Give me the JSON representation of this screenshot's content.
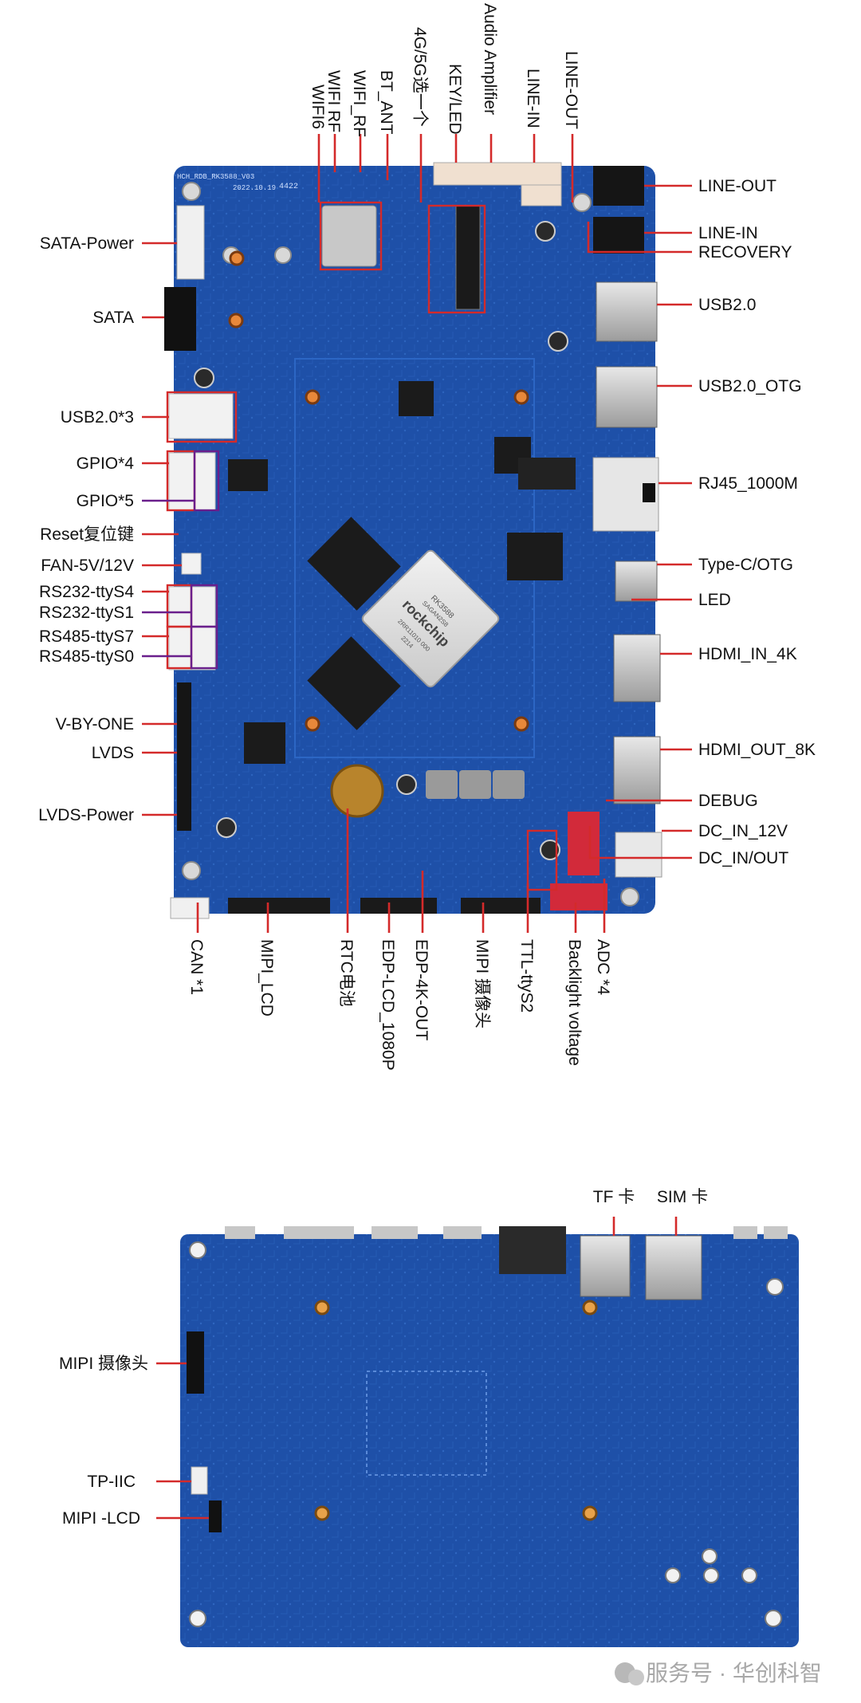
{
  "top_board": {
    "silkscreen": [
      "HCH_RDB_RK3588_V03",
      "2022.10.19",
      "4422"
    ],
    "chip": {
      "brand": "rockchip",
      "model": "RK3588",
      "line2": "SAGAN2S8",
      "line3": "2RR11010 000",
      "line4": "2214"
    },
    "labels_left": [
      "SATA-Power",
      "SATA",
      "USB2.0*3",
      "GPIO*4",
      "GPIO*5",
      "Reset复位键",
      "FAN-5V/12V",
      "RS232-ttyS4",
      "RS232-ttyS1",
      "RS485-ttyS7",
      "RS485-ttyS0",
      "V-BY-ONE",
      "LVDS",
      "LVDS-Power"
    ],
    "labels_right": [
      "LINE-OUT",
      "LINE-IN",
      "RECOVERY",
      "USB2.0",
      "USB2.0_OTG",
      "RJ45_1000M",
      "Type-C/OTG",
      "LED",
      "HDMI_IN_4K",
      "HDMI_OUT_8K",
      "DEBUG",
      "DC_IN_12V",
      "DC_IN/OUT"
    ],
    "labels_top": [
      "WIFI6",
      "WIFI RF",
      "WIFI_RF",
      "BT_ANT",
      "4G/5G选一个",
      "KEY/LED",
      "Audio Amplifier",
      "LINE-IN",
      "LINE-OUT"
    ],
    "labels_bottom": [
      "CAN *1",
      "MIPI_LCD",
      "RTC电池",
      "EDP-LCD_1080P",
      "EDP-4K-OUT",
      "MIPI 摄像头",
      "TTL-ttyS2",
      "Backlight voltage",
      "ADC *4"
    ]
  },
  "bottom_board": {
    "labels_left": [
      "MIPI 摄像头",
      "TP-IIC",
      "MIPI -LCD"
    ],
    "labels_top": [
      "TF 卡",
      "SIM 卡"
    ]
  },
  "watermark": "服务号 · 华创科智",
  "colors": {
    "pcb": "#1e50a8",
    "pcb_dark": "#163e86",
    "leader_red": "#d42a2a",
    "leader_purple": "#6a1f8c",
    "text": "#111111"
  }
}
